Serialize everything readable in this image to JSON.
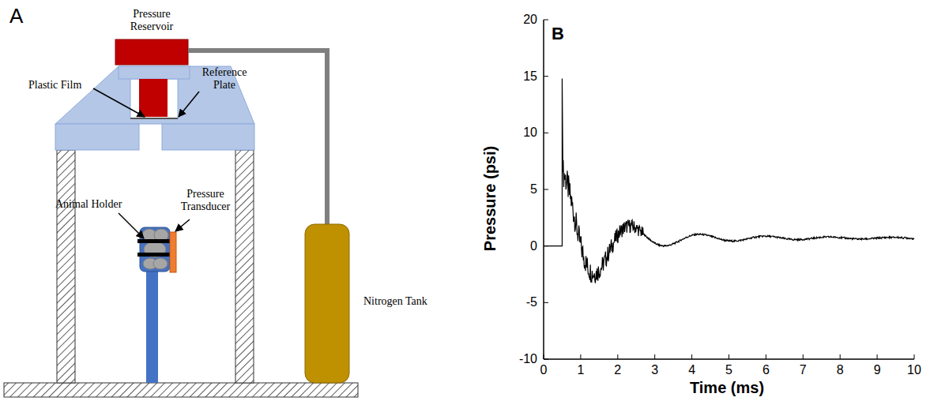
{
  "diagram": {
    "labels": [
      "A",
      "Pressure Reservoir",
      "Plastic Film",
      "Reference Plate",
      "Animal Holder",
      "Pressure Transducer",
      "Nitrogen Tank",
      "B",
      "20",
      "15",
      "10",
      "5",
      "0",
      "-5",
      "-10",
      "0",
      "1",
      "2",
      "3",
      "4",
      "5",
      "6",
      "7",
      "8",
      "9",
      "10",
      "Pressure (psi)",
      "Time (ms)"
    ]
  }
}
